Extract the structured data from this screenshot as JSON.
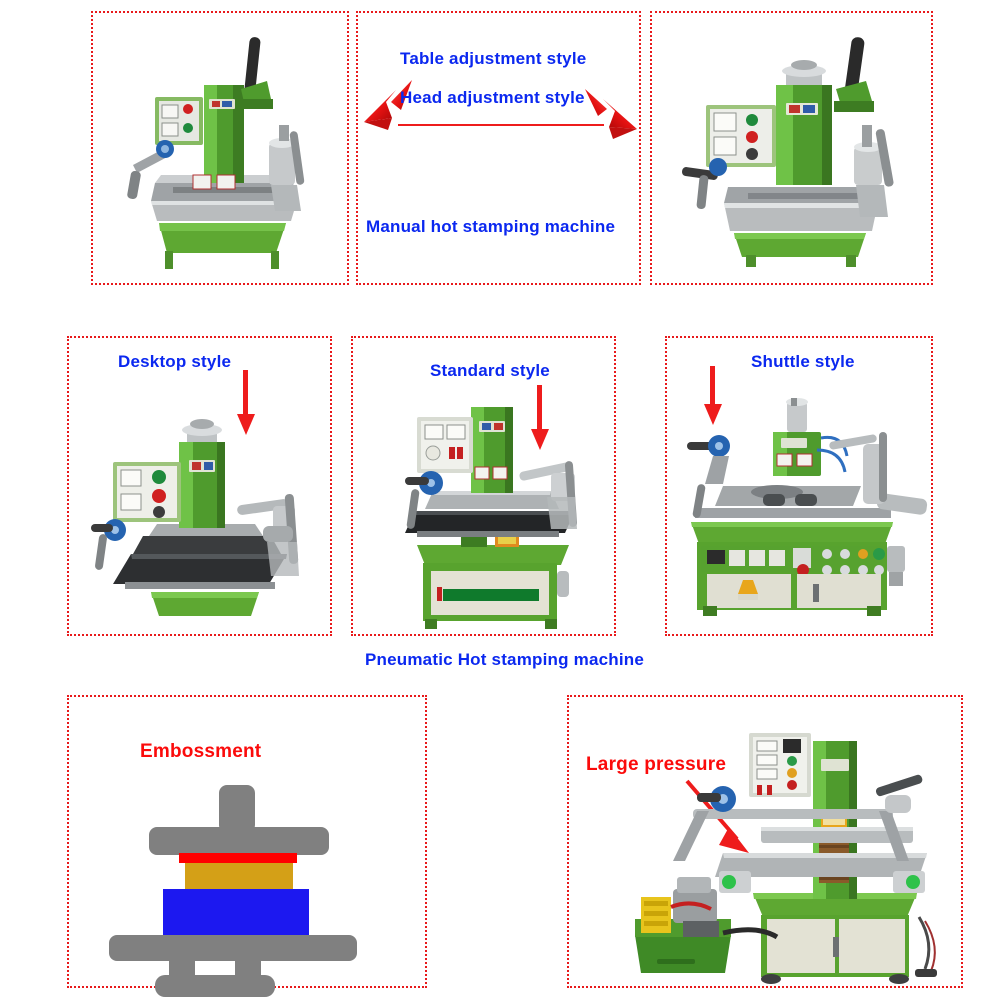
{
  "page": {
    "title": "Hot stamping machine styles overview",
    "background": "#ffffff",
    "panel_border_color": "#e8191b",
    "label_blue": "#0b28f0",
    "label_red": "#fb0b0b",
    "arrow_red": "#ee1c1c"
  },
  "rows": {
    "manual": {
      "group_caption": "Manual hot stamping machine",
      "left_arrow_label": "Table adjustment style",
      "right_arrow_label": "Head adjustment style",
      "panels": [
        {
          "name": "manual-table-adjustment",
          "photo_alt": "green manual hot stamping machine with vertical lever, control panel and sliding table"
        },
        {
          "name": "manual-center-text",
          "photo_alt": ""
        },
        {
          "name": "manual-head-adjustment",
          "photo_alt": "green manual hot stamping machine with tall head column and long lever handle"
        }
      ]
    },
    "pneumatic": {
      "group_caption": "Pneumatic Hot stamping machine",
      "panels": [
        {
          "name": "desktop",
          "label": "Desktop style",
          "photo_alt": "green desktop pneumatic hot stamping machine on black table plate"
        },
        {
          "name": "standard",
          "label": "Standard style",
          "photo_alt": "green standard pneumatic hot stamping machine with cabinet base"
        },
        {
          "name": "shuttle",
          "label": "Shuttle style",
          "photo_alt": "green shuttle type pneumatic hot stamping machine with long sliding rail and control cabinet"
        }
      ]
    },
    "bottom": {
      "panels": [
        {
          "name": "embossment",
          "label": "Embossment",
          "diagram": {
            "type": "cross-section",
            "layers": [
              {
                "name": "upper-die-plate",
                "color": "#808080"
              },
              {
                "name": "foil-layer",
                "color": "#ff0000"
              },
              {
                "name": "material-layer",
                "color": "#d4a017"
              },
              {
                "name": "substrate-layer",
                "color": "#1c18f0"
              },
              {
                "name": "lower-table",
                "color": "#808080"
              }
            ]
          }
        },
        {
          "name": "large-pressure",
          "label": "Large pressure",
          "photo_alt": "large pressure hydraulic hot stamping machine with yellow pump unit and green cabinet"
        }
      ]
    }
  }
}
